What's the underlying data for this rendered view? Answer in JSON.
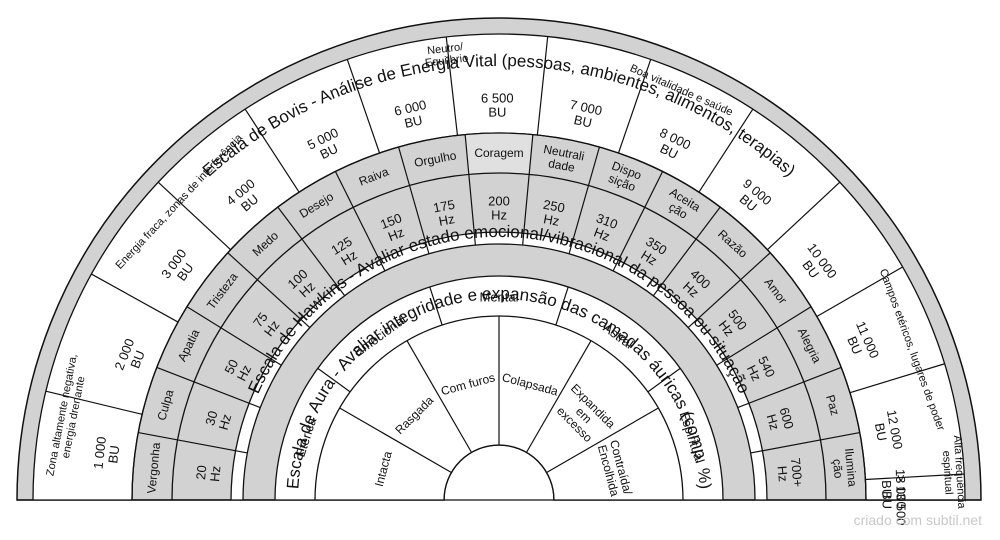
{
  "colors": {
    "band": "#d2d2d2",
    "line": "#111111",
    "highlight": "#e0e0e0",
    "credit": "#c8c8c8"
  },
  "credit": "criado com subtil.net",
  "bovis": {
    "title": "Escala de Bovis - Análise de Energia Vital (pessoas, ambientes, alimentos, terapias)",
    "groups": [
      {
        "text": "Zona altamente negativa, energia drenante",
        "lines": [
          "Zona altamente negativa,",
          "energia drenante"
        ]
      },
      {
        "text": "Energia fraca, zonas de interferência"
      },
      {
        "text": "Neutro/ Equiíbrio",
        "lines": [
          "Neutro/",
          "Equiíbrio"
        ]
      },
      {
        "text": "Boa vitalidade e saúde"
      },
      {
        "text": "Campos etéricos, lugares de poder"
      },
      {
        "text": "Alta frequência espiritual",
        "lines": [
          "Alta frequência",
          "espiritual"
        ]
      }
    ],
    "values": [
      {
        "n": "1 000",
        "u": "BU"
      },
      {
        "n": "2 000",
        "u": "BU"
      },
      {
        "n": "3 000",
        "u": "BU"
      },
      {
        "n": "4 000",
        "u": "BU"
      },
      {
        "n": "5 000",
        "u": "BU"
      },
      {
        "n": "6 000",
        "u": "BU"
      },
      {
        "n": "6 500",
        "u": "BU"
      },
      {
        "n": "7 000",
        "u": "BU"
      },
      {
        "n": "8 000",
        "u": "BU"
      },
      {
        "n": "9 000",
        "u": "BU"
      },
      {
        "n": "10 000",
        "u": "BU"
      },
      {
        "n": "11 000",
        "u": "BU"
      },
      {
        "n": "12 000",
        "u": "BU"
      },
      {
        "n": "13 000",
        "u": "BU"
      },
      {
        "n": "> 13 500",
        "u": "BU"
      }
    ]
  },
  "hawkins": {
    "title": "Escala de Hawkins - Avaliar estado emocional/vibracional da pessoa ou situação",
    "emotions": [
      {
        "label": "Vergonha",
        "lines": [
          "Vergonha"
        ]
      },
      {
        "label": "Culpa",
        "lines": [
          "Culpa"
        ]
      },
      {
        "label": "Apatia",
        "lines": [
          "Apatia"
        ]
      },
      {
        "label": "Tristeza",
        "lines": [
          "Tristeza"
        ]
      },
      {
        "label": "Medo",
        "lines": [
          "Medo"
        ]
      },
      {
        "label": "Desejo",
        "lines": [
          "Desejo"
        ]
      },
      {
        "label": "Raiva",
        "lines": [
          "Raiva"
        ]
      },
      {
        "label": "Orgulho",
        "lines": [
          "Orgulho"
        ]
      },
      {
        "label": "Coragem",
        "lines": [
          "Coragem"
        ]
      },
      {
        "label": "Neutralidade",
        "lines": [
          "Neutrali",
          "dade"
        ]
      },
      {
        "label": "Disposição",
        "lines": [
          "Dispo",
          "sição"
        ]
      },
      {
        "label": "Aceitação",
        "lines": [
          "Aceita",
          "ção"
        ]
      },
      {
        "label": "Razão",
        "lines": [
          "Razão"
        ]
      },
      {
        "label": "Amor",
        "lines": [
          "Amor"
        ]
      },
      {
        "label": "Alegria",
        "lines": [
          "Alegria"
        ]
      },
      {
        "label": "Paz",
        "lines": [
          "Paz"
        ]
      },
      {
        "label": "Iluminação",
        "lines": [
          "Ilumina",
          "ção"
        ]
      }
    ],
    "frequencies": [
      {
        "n": "20",
        "u": "Hz"
      },
      {
        "n": "30",
        "u": "Hz"
      },
      {
        "n": "50",
        "u": "Hz"
      },
      {
        "n": "75",
        "u": "Hz"
      },
      {
        "n": "100",
        "u": "Hz"
      },
      {
        "n": "125",
        "u": "Hz"
      },
      {
        "n": "150",
        "u": "Hz"
      },
      {
        "n": "175",
        "u": "Hz"
      },
      {
        "n": "200",
        "u": "Hz"
      },
      {
        "n": "250",
        "u": "Hz"
      },
      {
        "n": "310",
        "u": "Hz"
      },
      {
        "n": "350",
        "u": "Hz"
      },
      {
        "n": "400",
        "u": "Hz"
      },
      {
        "n": "500",
        "u": "Hz"
      },
      {
        "n": "540",
        "u": "Hz"
      },
      {
        "n": "600",
        "u": "Hz"
      },
      {
        "n": "700+",
        "u": "Hz"
      }
    ],
    "highlighted": "Coragem"
  },
  "aura": {
    "title": "Escala de Aura - Avaliar integridade e expansão das camadas áuricas (comp. %)",
    "layers": [
      "Etérica",
      "Emocional",
      "Mental",
      "Astral",
      "Espiritual"
    ],
    "states": [
      {
        "label": "Intacta",
        "lines": [
          "Intacta"
        ]
      },
      {
        "label": "Rasgada",
        "lines": [
          "Rasgada"
        ]
      },
      {
        "label": "Com furos",
        "lines": [
          "Com furos"
        ]
      },
      {
        "label": "Colapsada",
        "lines": [
          "Colapsada"
        ]
      },
      {
        "label": "Expandida em excesso",
        "lines": [
          "Expandida",
          "em",
          "excesso"
        ]
      },
      {
        "label": "Contraída/Encolhida",
        "lines": [
          "Contraída/",
          "Encolhida"
        ]
      }
    ]
  }
}
